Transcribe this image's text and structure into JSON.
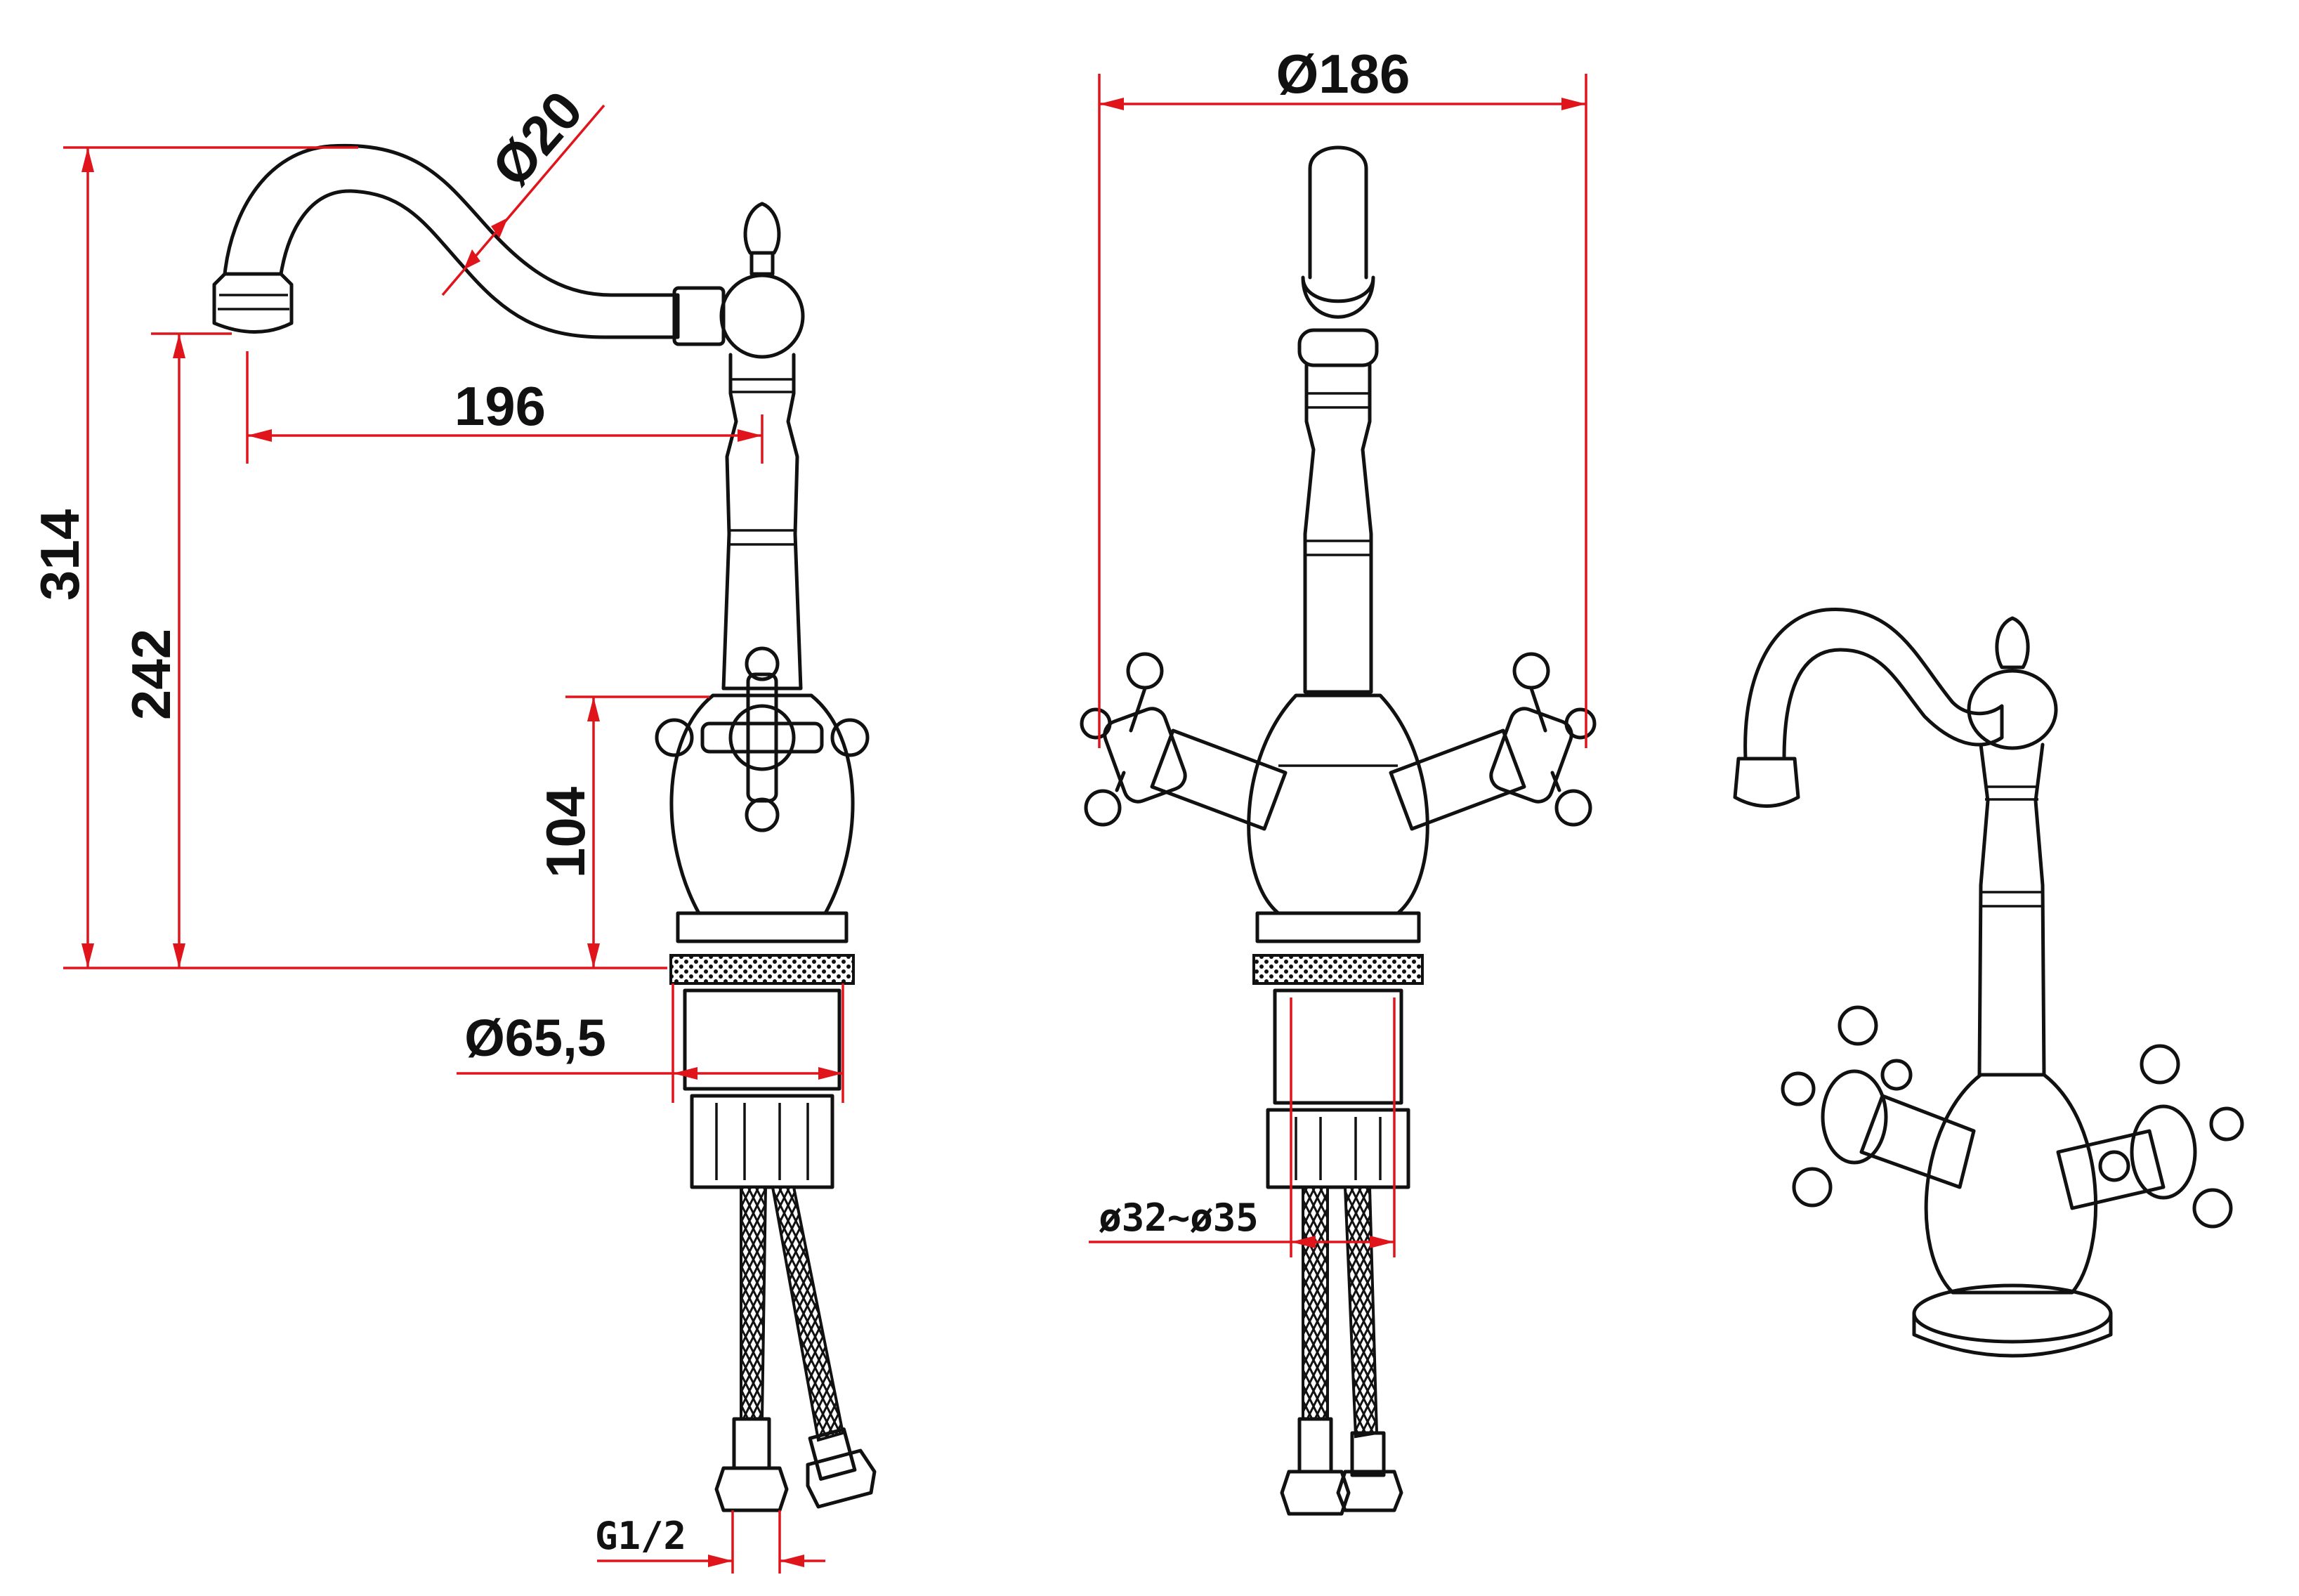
{
  "dimensions": {
    "spout_diameter": "Ø20",
    "total_height": "314",
    "spout_height": "242",
    "spout_reach": "196",
    "body_height": "104",
    "base_diameter": "Ø65,5",
    "connection_thread": "G1/2",
    "handle_span": "Ø186",
    "mounting_hole": "ø32~ø35"
  },
  "colors": {
    "dimension_line": "#e0141b",
    "outline": "#111111",
    "background": "#ffffff"
  }
}
